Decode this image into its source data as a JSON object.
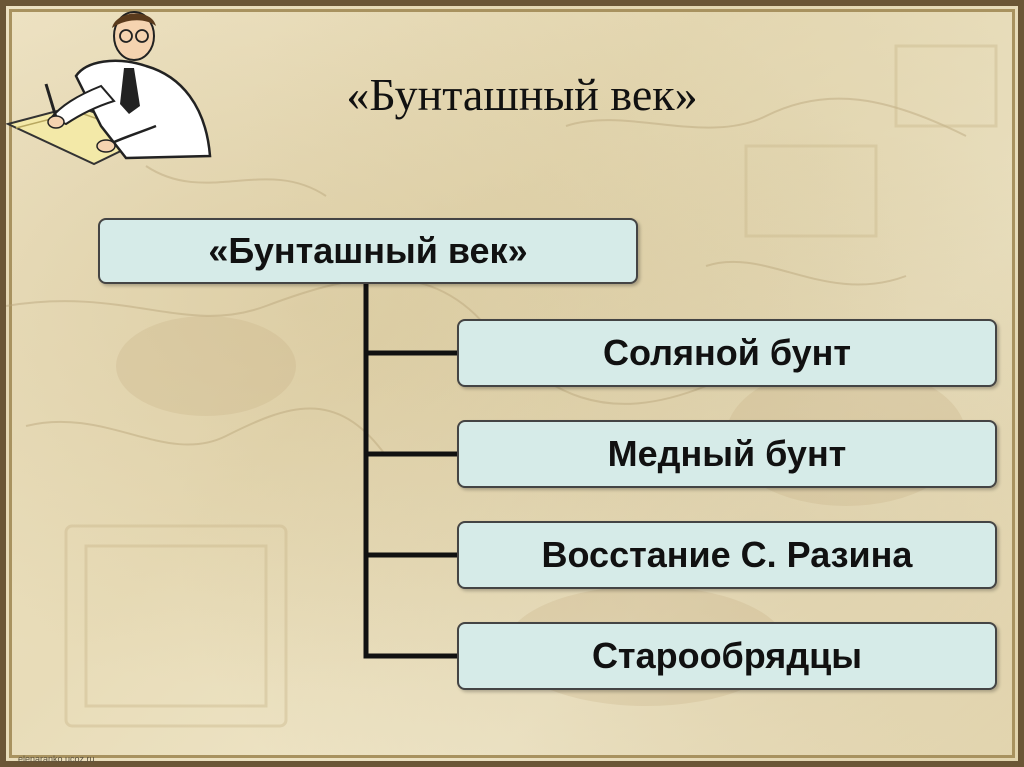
{
  "slide": {
    "title": "«Бунташный век»",
    "footer": "elenaranko.ucoz.ru"
  },
  "diagram": {
    "root": {
      "label": "«Бунташный век»"
    },
    "children": [
      {
        "label": "Соляной бунт"
      },
      {
        "label": "Медный бунт"
      },
      {
        "label": "Восстание С. Разина"
      },
      {
        "label": "Старообрядцы"
      }
    ]
  },
  "colors": {
    "box_fill": "#d6ebe8",
    "connector": "#111111",
    "background": "#ece1c2"
  },
  "icons": {
    "teacher": "writing-man-illustration"
  }
}
